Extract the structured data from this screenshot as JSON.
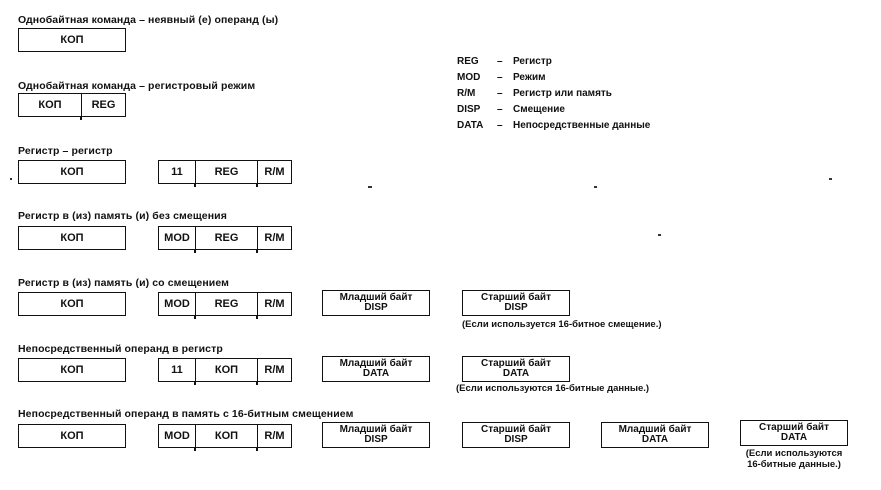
{
  "legend": [
    {
      "abbr": "REG",
      "dash": "–",
      "desc": "Регистр"
    },
    {
      "abbr": "MOD",
      "dash": "–",
      "desc": "Режим"
    },
    {
      "abbr": "R/M",
      "dash": "–",
      "desc": "Регистр или память"
    },
    {
      "abbr": "DISP",
      "dash": "–",
      "desc": "Смещение"
    },
    {
      "abbr": "DATA",
      "dash": "–",
      "desc": "Непосредственные данные"
    }
  ],
  "formats": [
    {
      "caption": "Однобайтная команда – неявный (е) операнд (ы)",
      "opcode": "КОП"
    },
    {
      "caption": "Однобайтная команда – регистровый режим",
      "opcode": "КОП",
      "reg": "REG"
    },
    {
      "caption": "Регистр – регистр",
      "opcode": "КОП",
      "modrm": [
        "11",
        "REG",
        "R/M"
      ]
    },
    {
      "caption": "Регистр в (из) память (и) без смещения",
      "opcode": "КОП",
      "modrm": [
        "MOD",
        "REG",
        "R/M"
      ]
    },
    {
      "caption": "Регистр в (из) память (и) со смещением",
      "opcode": "КОП",
      "modrm": [
        "MOD",
        "REG",
        "R/M"
      ],
      "low": [
        "Младший байт",
        "DISP"
      ],
      "high": [
        "Старший байт",
        "DISP"
      ],
      "note": "(Если используется 16-битное смещение.)"
    },
    {
      "caption": "Непосредственный операнд в регистр",
      "opcode": "КОП",
      "modrm": [
        "11",
        "КОП",
        "R/M"
      ],
      "low": [
        "Младший байт",
        "DATA"
      ],
      "high": [
        "Старший байт",
        "DATA"
      ],
      "note": "(Если используются 16-битные данные.)"
    },
    {
      "caption": "Непосредственный операнд в память с 16-битным смещением",
      "opcode": "КОП",
      "modrm": [
        "MOD",
        "КОП",
        "R/M"
      ],
      "low": [
        "Младший байт",
        "DISP"
      ],
      "high": [
        "Старший байт",
        "DISP"
      ],
      "low2": [
        "Младший байт",
        "DATA"
      ],
      "high2": [
        "Старший байт",
        "DATA"
      ],
      "note": [
        "(Если используются",
        "16-битные данные.)"
      ]
    }
  ]
}
